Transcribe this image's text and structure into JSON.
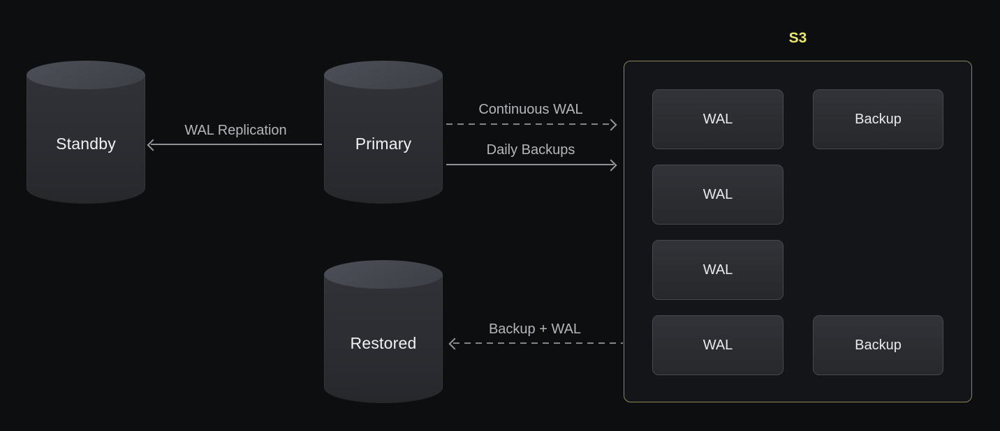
{
  "nodes": {
    "standby": {
      "label": "Standby"
    },
    "primary": {
      "label": "Primary"
    },
    "restored": {
      "label": "Restored"
    }
  },
  "arrows": [
    {
      "id": "wal-replication",
      "label": "WAL Replication",
      "style": "solid",
      "direction": "left",
      "from": "primary",
      "to": "standby"
    },
    {
      "id": "continuous-wal",
      "label": "Continuous WAL",
      "style": "dashed",
      "direction": "right",
      "from": "primary",
      "to": "s3"
    },
    {
      "id": "daily-backups",
      "label": "Daily Backups",
      "style": "solid",
      "direction": "right",
      "from": "primary",
      "to": "s3"
    },
    {
      "id": "backup-wal",
      "label": "Backup + WAL",
      "style": "dashed",
      "direction": "left",
      "from": "s3",
      "to": "restored"
    }
  ],
  "s3": {
    "label": "S3",
    "rows": [
      {
        "cells": [
          {
            "label": "WAL"
          },
          {
            "label": "Backup"
          }
        ]
      },
      {
        "cells": [
          {
            "label": "WAL"
          }
        ]
      },
      {
        "cells": [
          {
            "label": "WAL"
          }
        ]
      },
      {
        "cells": [
          {
            "label": "WAL"
          },
          {
            "label": "Backup"
          }
        ]
      }
    ]
  },
  "colors": {
    "background": "#0d0e0f",
    "s3_border": "#8b8a57",
    "s3_title": "#e9e763",
    "arrow_line": "#8e9196",
    "arrow_label": "#b3b6ba",
    "node_fill": "#2b2d32",
    "node_top_fill": "#45484f",
    "node_text": "#f0f1f3",
    "box_fill": "#2c2e33",
    "box_border": "#45484e",
    "box_text": "#e9eaeb"
  }
}
